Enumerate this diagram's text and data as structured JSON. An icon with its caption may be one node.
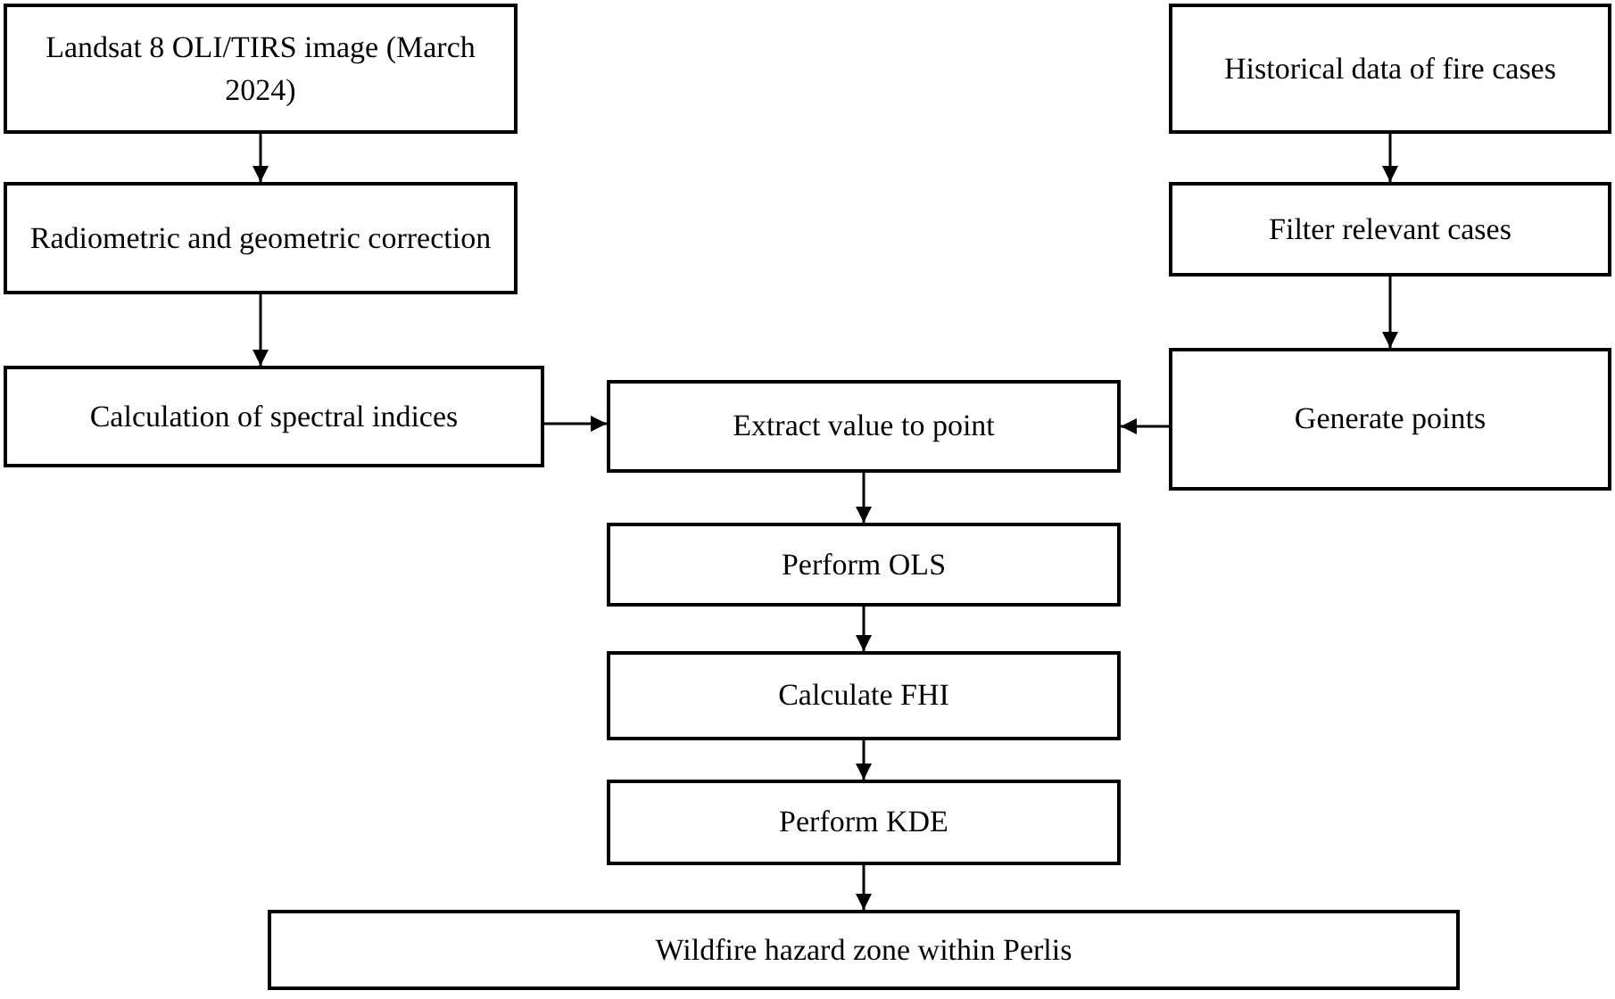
{
  "diagram": {
    "nodes": [
      {
        "text": [
          "Landsat 8 OLI/TIRS image (March 2024)"
        ]
      },
      {
        "text": [
          "Radiometric and geometric correction"
        ]
      },
      {
        "text": [
          "Calculation of spectral indices"
        ]
      },
      {
        "text": [
          "Historical data of fire cases"
        ]
      },
      {
        "text": [
          "Filter relevant cases"
        ]
      },
      {
        "text": [
          "Generate points"
        ]
      },
      {
        "text": [
          "Extract value to point"
        ]
      },
      {
        "text": [
          "Perform OLS"
        ]
      },
      {
        "text": [
          "Calculate FHI"
        ]
      },
      {
        "text": [
          "Perform KDE"
        ]
      },
      {
        "text": [
          "Wildfire hazard zone within Perlis"
        ]
      }
    ],
    "edges": [
      {
        "from": 0,
        "to": 1,
        "arrow": "to"
      },
      {
        "from": 1,
        "to": 2,
        "arrow": "to"
      },
      {
        "from": 3,
        "to": 4,
        "arrow": "to"
      },
      {
        "from": 4,
        "to": 5,
        "arrow": "to"
      },
      {
        "from": 2,
        "to": 6,
        "arrow": "to"
      },
      {
        "from": 5,
        "to": 6,
        "arrow": "to"
      },
      {
        "from": 6,
        "to": 7,
        "arrow": "to"
      },
      {
        "from": 7,
        "to": 8,
        "arrow": "to"
      },
      {
        "from": 8,
        "to": 9,
        "arrow": "to"
      },
      {
        "from": 9,
        "to": 10,
        "arrow": "to"
      }
    ]
  }
}
